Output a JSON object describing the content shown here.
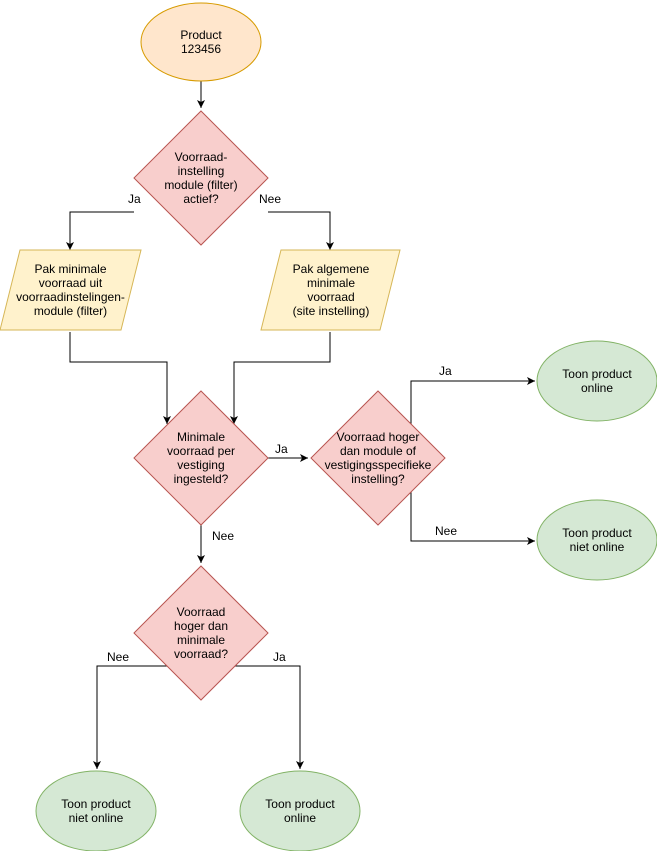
{
  "colors": {
    "start_fill": "#ffe6cc",
    "start_stroke": "#d79b00",
    "decision_fill": "#f8cecc",
    "decision_stroke": "#b85450",
    "io_fill": "#fff2cc",
    "io_stroke": "#d6b656",
    "end_fill": "#d5e8d4",
    "end_stroke": "#82b366",
    "edge": "#000000"
  },
  "nodes": {
    "start": "Product\n123456",
    "decision_filter": "Voorraad-\ninstelling\nmodule (filter)\nactief?",
    "io_filter": "Pak minimale\nvoorraad uit\nvoorraadinstelingen-\nmodule (filter)",
    "io_general": "Pak algemene\nminimale\nvoorraad\n(site instelling)",
    "decision_branch": "Minimale\nvoorraad per\nvestiging\ningesteld?",
    "decision_branch_higher": "Voorraad hoger\ndan module of\nvestigingsspecifieke\ninstelling?",
    "end_top_online": "Toon product\nonline",
    "end_top_offline": "Toon product\nniet online",
    "decision_higher": "Voorraad\nhoger dan\nminimale\nvoorraad?",
    "end_bottom_offline": "Toon product\nniet online",
    "end_bottom_online": "Toon product\nonline"
  },
  "edges": {
    "filter_yes": "Ja",
    "filter_no": "Nee",
    "branch_yes": "Ja",
    "branch_no": "Nee",
    "branch_higher_yes": "Ja",
    "branch_higher_no": "Nee",
    "higher_no": "Nee",
    "higher_yes": "Ja"
  }
}
